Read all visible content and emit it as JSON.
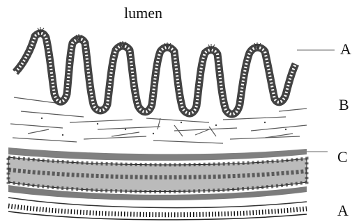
{
  "diagram": {
    "top_label": "lumen",
    "labels": {
      "mucosa_label": "A",
      "submucosa_label": "B",
      "muscularis_label": "C",
      "outer_layer_label": "A"
    }
  }
}
